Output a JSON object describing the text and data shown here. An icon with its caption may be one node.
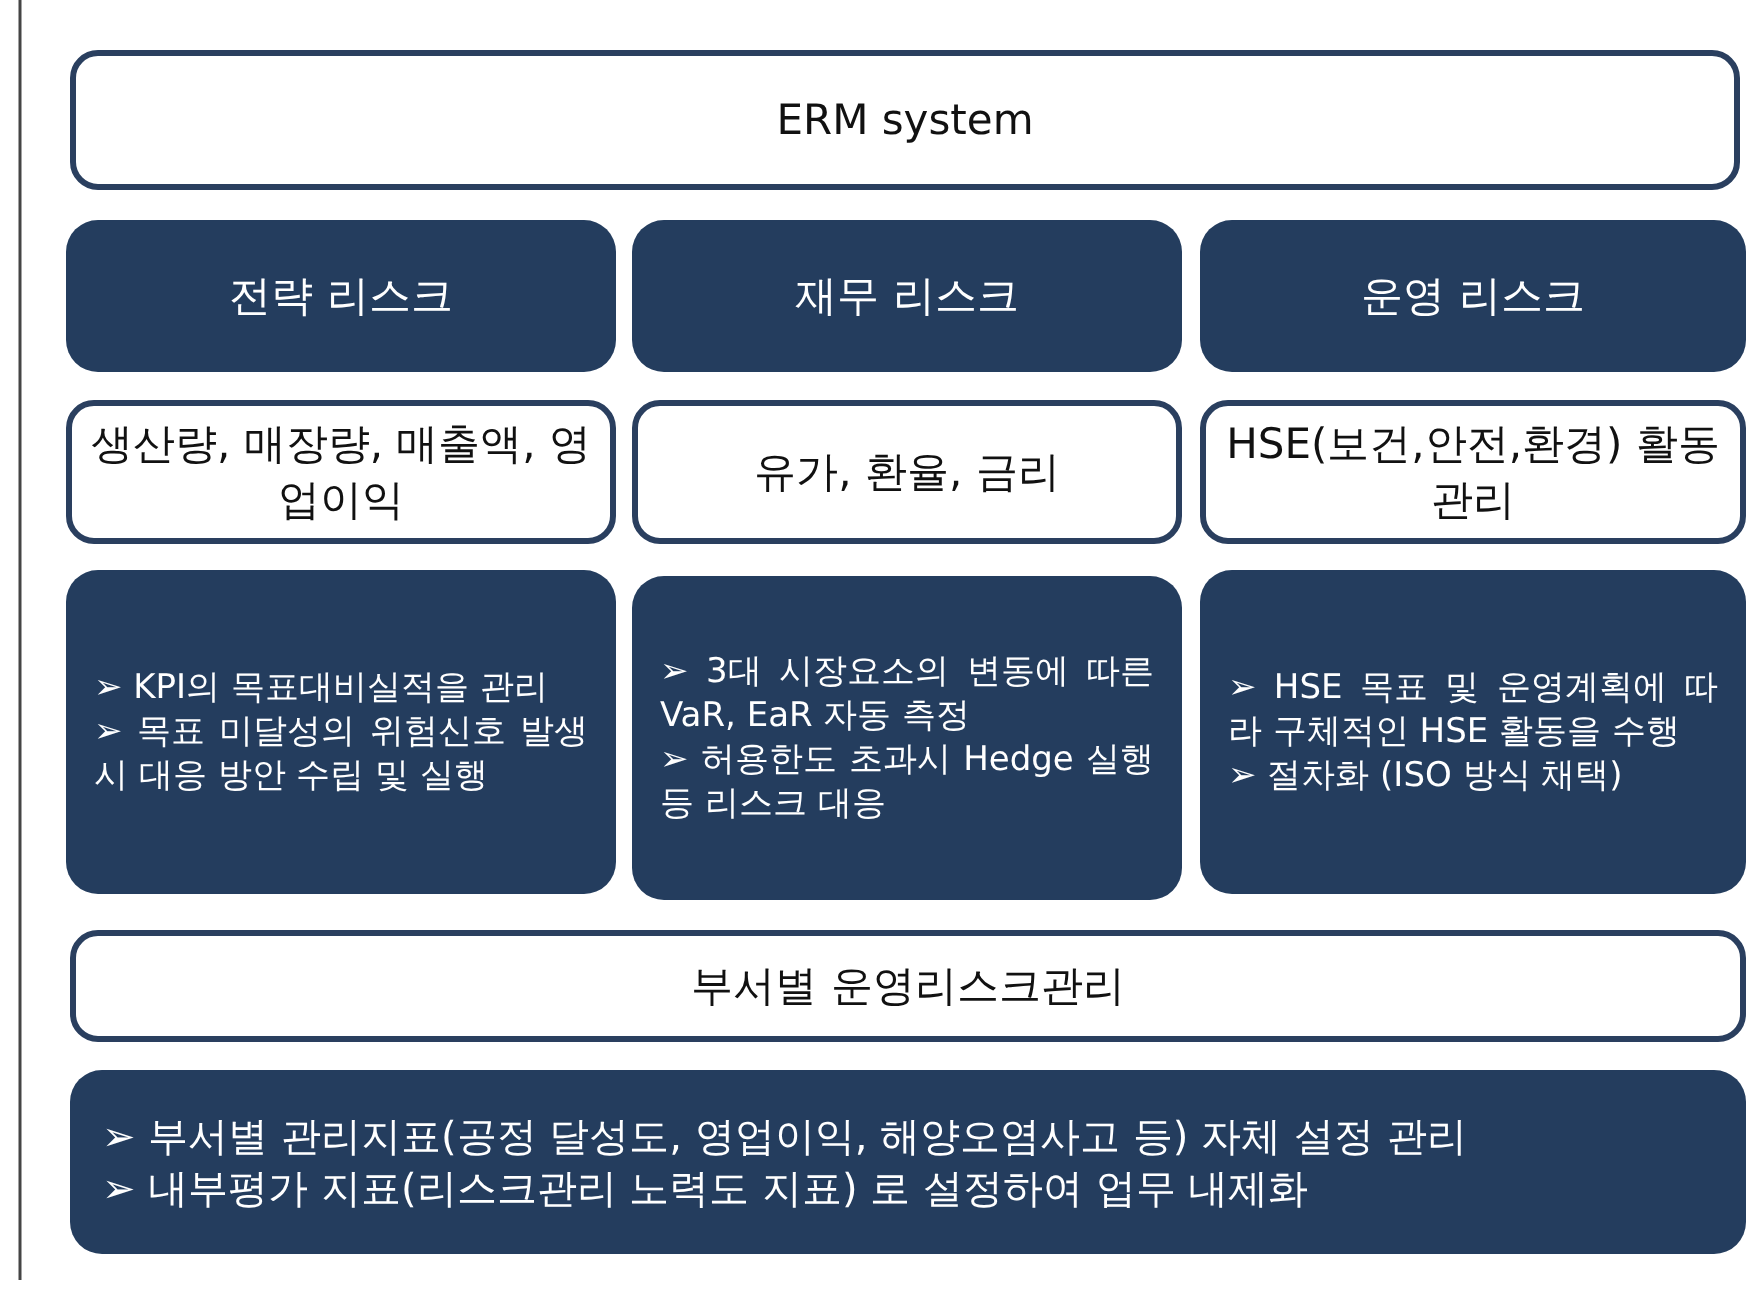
{
  "diagram": {
    "nodes": [
      {
        "text": [
          "ERM system"
        ]
      },
      {
        "text": [
          "전략 리스크"
        ]
      },
      {
        "text": [
          "재무 리스크"
        ]
      },
      {
        "text": [
          "운영 리스크"
        ]
      },
      {
        "text": [
          "생산량, 매장량, 매출액, 영업이익"
        ]
      },
      {
        "text": [
          "유가, 환율, 금리"
        ]
      },
      {
        "text": [
          "HSE(보건,안전,환경) 활동관리"
        ]
      },
      {
        "text": [
          "➢ KPI의 목표대비실적을 관리",
          "➢ 목표 미달성의 위험신호 발생시 대응 방안 수립 및 실행"
        ]
      },
      {
        "text": [
          "➢ 3대 시장요소의 변동에 따른 VaR, EaR 자동 측정",
          "➢ 허용한도 초과시 Hedge 실행 등 리스크 대응"
        ]
      },
      {
        "text": [
          "➢ HSE 목표 및 운영계획에 따라 구체적인 HSE 활동을 수행",
          "➢ 절차화 (ISO 방식 채택)"
        ]
      },
      {
        "text": [
          "부서별 운영리스크관리"
        ]
      },
      {
        "text": [
          "➢ 부서별 관리지표(공정 달성도, 영업이익, 해양오염사고 등) 자체 설정 관리",
          "➢ 내부평가 지표(리스크관리 노력도 지표) 로 설정하여 업무 내제화"
        ]
      }
    ]
  }
}
